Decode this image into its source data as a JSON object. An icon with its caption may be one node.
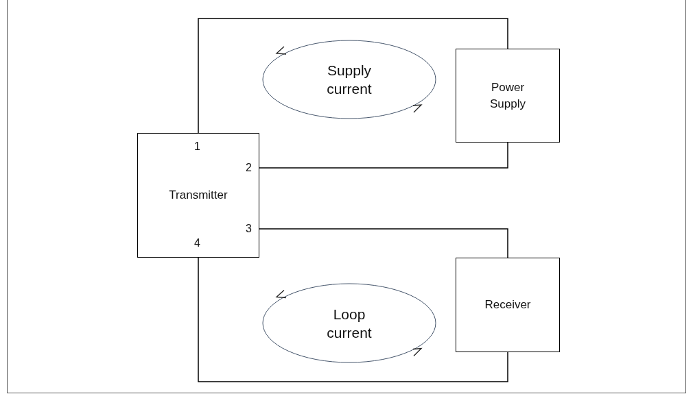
{
  "diagram": {
    "nodes": [
      {
        "text": [
          "Transmitter"
        ]
      },
      {
        "text": [
          "Power Supply"
        ]
      },
      {
        "text": [
          "Receiver"
        ]
      },
      {
        "text": [
          "Supply current"
        ]
      },
      {
        "text": [
          "Loop current"
        ]
      }
    ],
    "edges": [
      {
        "from": 0,
        "to": 1,
        "arrow": "none"
      },
      {
        "from": 0,
        "to": 1,
        "arrow": "none"
      },
      {
        "from": 0,
        "to": 2,
        "arrow": "none"
      },
      {
        "from": 0,
        "to": 2,
        "arrow": "none"
      }
    ],
    "labels": [
      "1",
      "2",
      "3",
      "4"
    ]
  }
}
